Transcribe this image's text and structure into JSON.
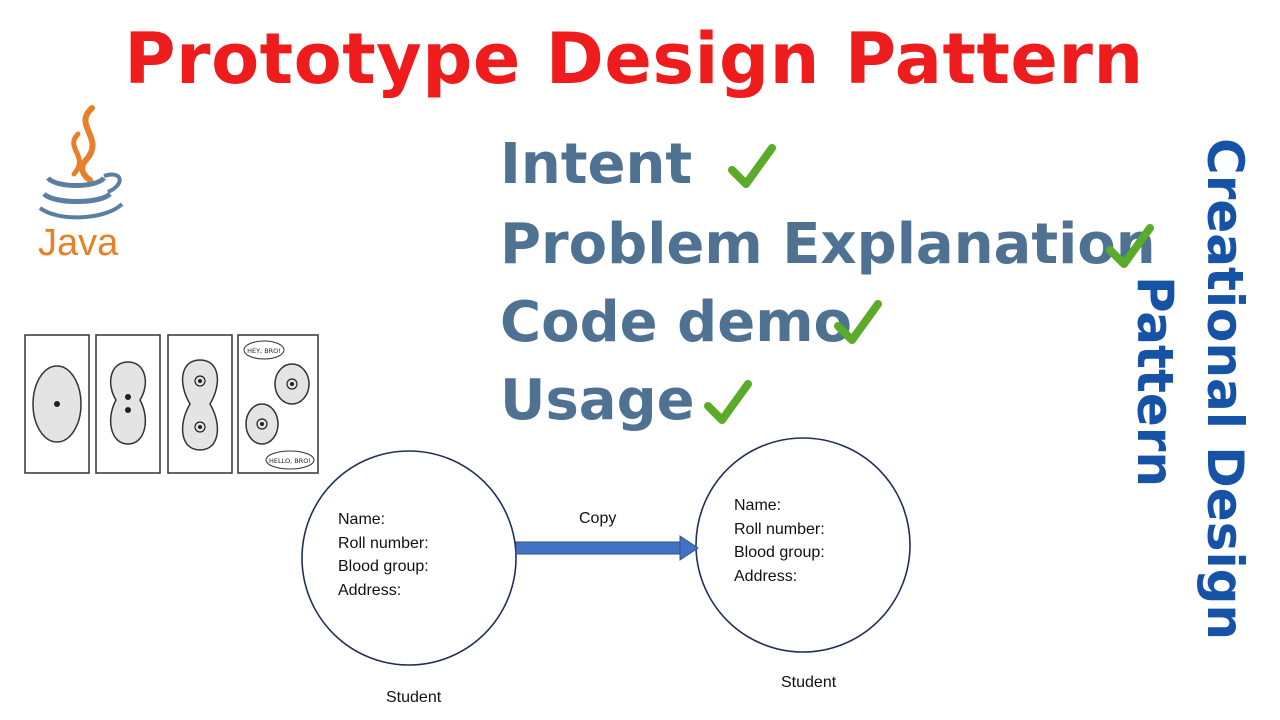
{
  "title": "Prototype Design Pattern",
  "logo": {
    "word": "Java",
    "icon": "java-coffee-cup-icon"
  },
  "checklist": [
    {
      "label": "Intent",
      "checked": true
    },
    {
      "label": "Problem Explanation",
      "checked": true
    },
    {
      "label": "Code demo",
      "checked": true
    },
    {
      "label": "Usage",
      "checked": true
    }
  ],
  "side_title": {
    "line1": "Creational Design",
    "line2": "Pattern"
  },
  "cell_comic": {
    "speech_1": "HEY, BRO!",
    "speech_2": "HELLO, BRO!"
  },
  "diagram": {
    "left_fields": [
      "Name:",
      "Roll number:",
      "Blood group:",
      "Address:"
    ],
    "right_fields": [
      "Name:",
      "Roll number:",
      "Blood group:",
      "Address:"
    ],
    "arrow_label": "Copy",
    "left_caption": "Student",
    "right_caption": "Student"
  },
  "colors": {
    "title": "#ee1c1c",
    "checklist_text": "#4f7293",
    "check": "#5aab2a",
    "side_title": "#1652a6",
    "arrow": "#4472c4",
    "circle_stroke": "#1f2f5a",
    "java_orange": "#e8802a",
    "java_blue": "#5a7fa3"
  }
}
